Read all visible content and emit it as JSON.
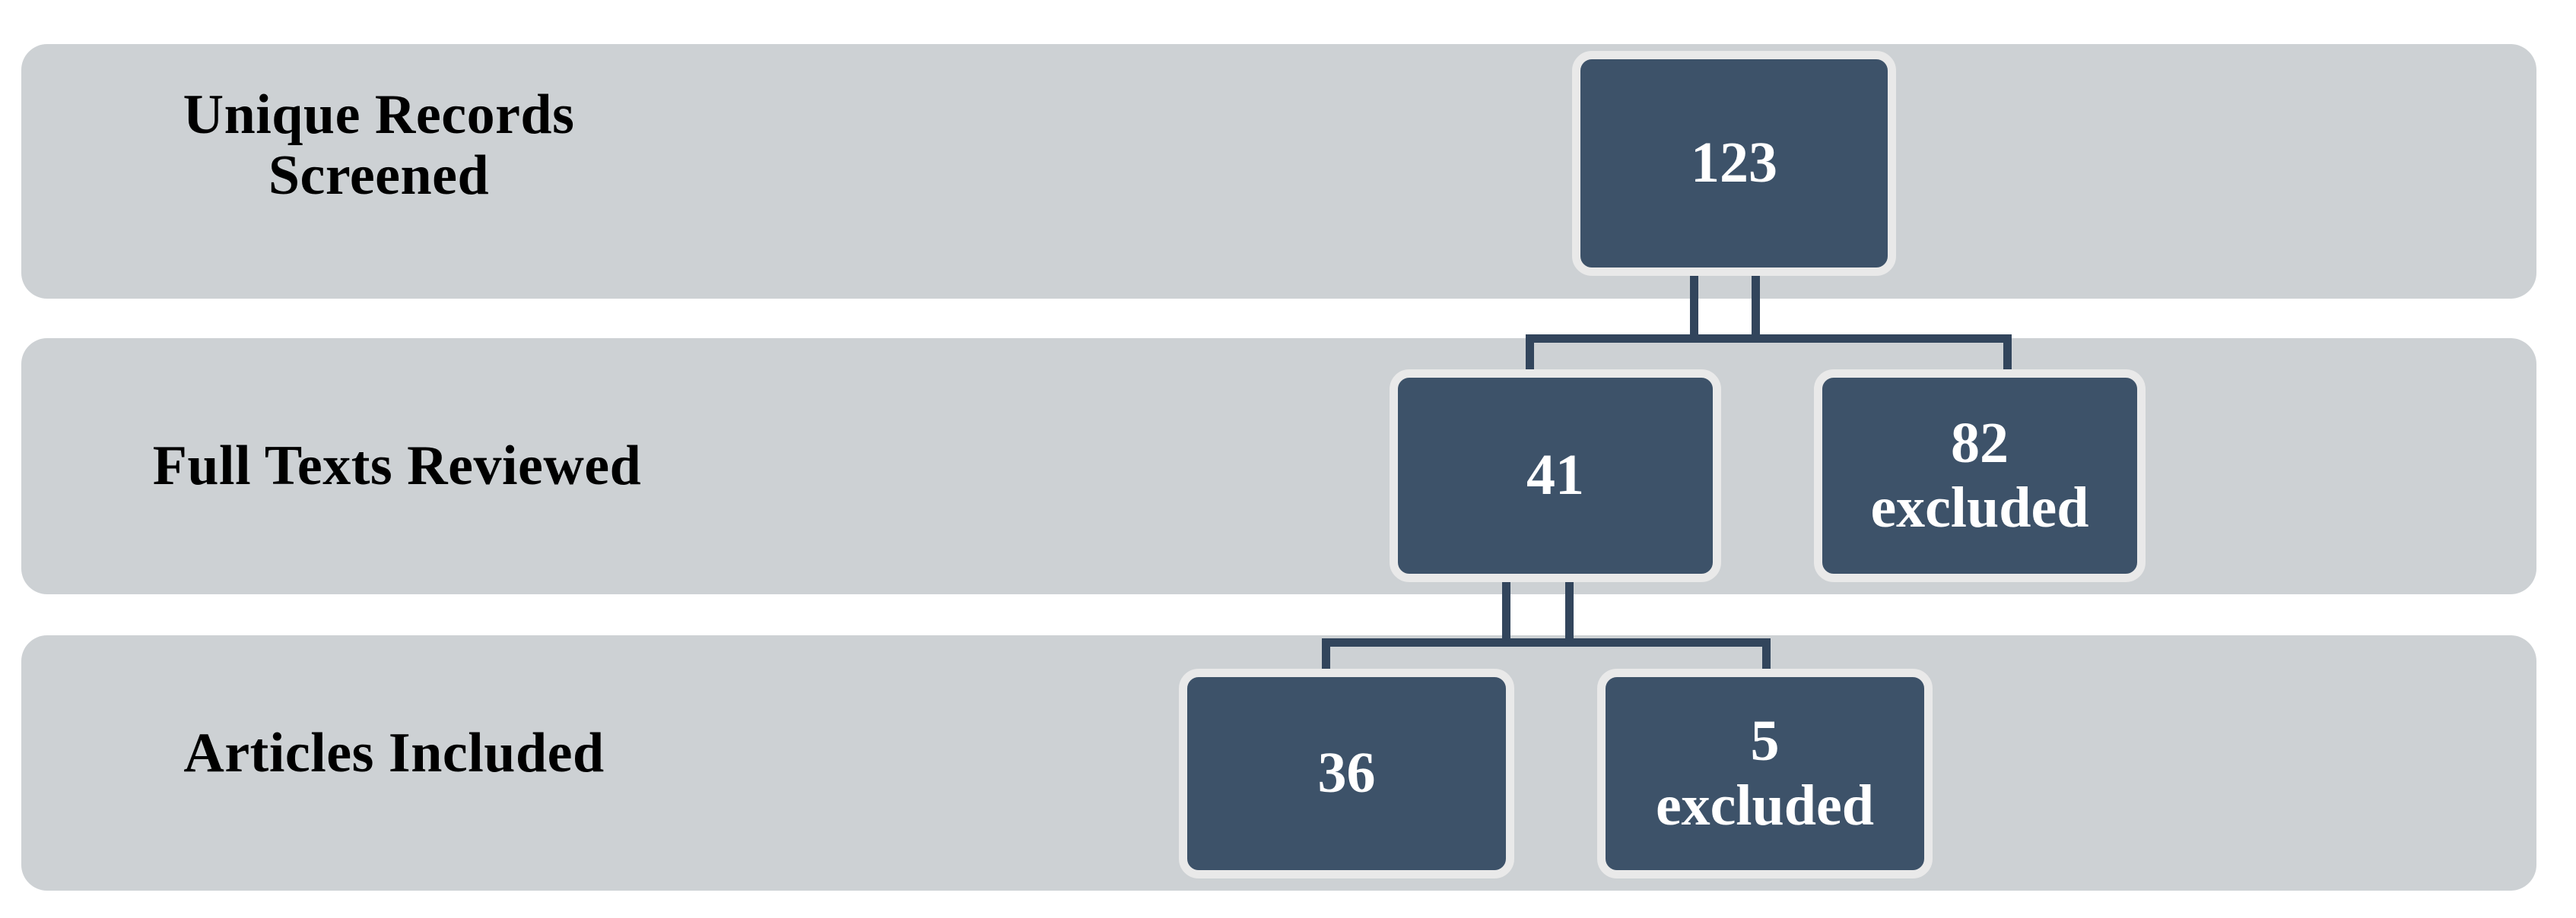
{
  "diagram": {
    "type": "prisma-flow-diagram",
    "colors": {
      "band_background": "#CDD1D4",
      "node_fill": "#3D5269",
      "node_border": "#E9E9E9",
      "connector": "#32455C",
      "label_text": "#000000",
      "node_text": "#FFFFFF",
      "page_background": "#FFFFFF"
    },
    "stages": [
      {
        "id": "screened",
        "label": "Unique Records\nScreened"
      },
      {
        "id": "full-texts",
        "label": "Full Texts Reviewed"
      },
      {
        "id": "included",
        "label": "Articles Included"
      }
    ],
    "nodes": [
      {
        "id": "records-screened",
        "stage": "screened",
        "value": "123",
        "count": 123,
        "kind": "retained"
      },
      {
        "id": "full-texts-kept",
        "stage": "full-texts",
        "value": "41",
        "count": 41,
        "kind": "retained"
      },
      {
        "id": "full-texts-excl",
        "stage": "full-texts",
        "value": "82\nexcluded",
        "count": 82,
        "kind": "excluded"
      },
      {
        "id": "articles-kept",
        "stage": "included",
        "value": "36",
        "count": 36,
        "kind": "retained"
      },
      {
        "id": "articles-excl",
        "stage": "included",
        "value": "5\nexcluded",
        "count": 5,
        "kind": "excluded"
      }
    ],
    "edges": [
      {
        "from": "records-screened",
        "to": "full-texts-kept"
      },
      {
        "from": "records-screened",
        "to": "full-texts-excl"
      },
      {
        "from": "full-texts-kept",
        "to": "articles-kept"
      },
      {
        "from": "full-texts-kept",
        "to": "articles-excl"
      }
    ]
  }
}
